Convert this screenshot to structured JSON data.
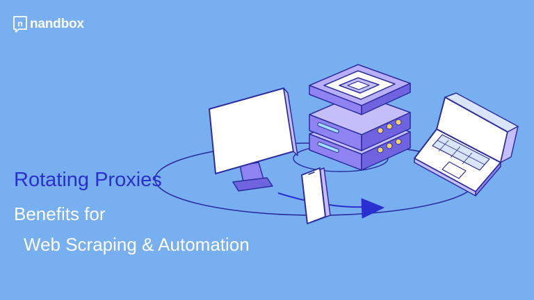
{
  "brand": {
    "logo_text": "nandbox",
    "logo_letter": "n"
  },
  "headline": {
    "line1": "Rotating Proxies",
    "line2": "Benefits for",
    "line3": "Web Scraping & Automation"
  },
  "colors": {
    "background": "#77aff0",
    "accent_blue": "#2a2fcf",
    "illustration_outline": "#2b2d9e",
    "server_purple": "#8f83f2",
    "server_light": "#c6bdfb",
    "device_white": "#ffffff"
  },
  "icons": [
    "nandbox-logo-icon",
    "desktop-monitor-icon",
    "server-stack-icon",
    "smartphone-icon",
    "laptop-icon",
    "rotation-arrow-icon"
  ]
}
